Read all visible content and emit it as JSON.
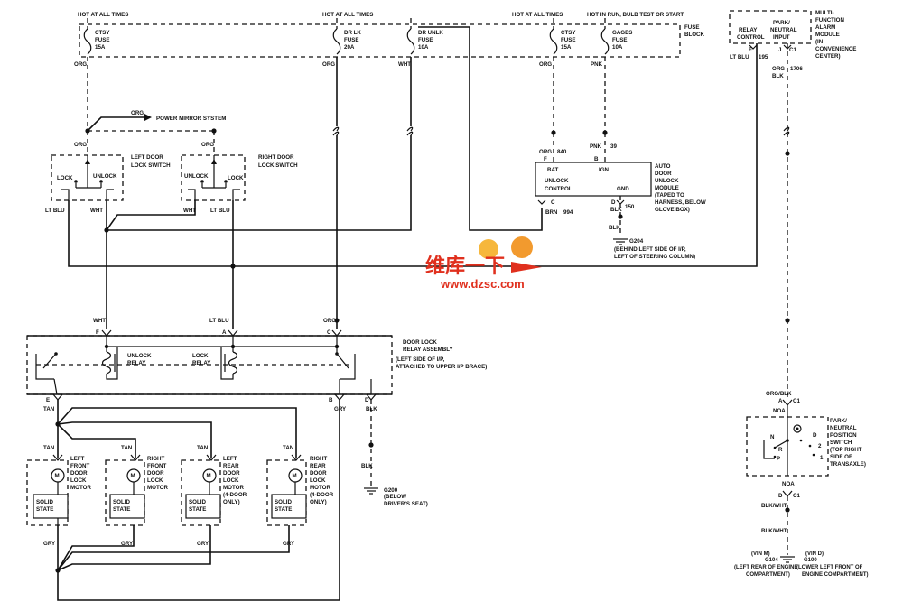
{
  "fuse_block": {
    "hot_all_times_1": "HOT AT ALL TIMES",
    "hot_all_times_2": "HOT AT ALL TIMES",
    "hot_all_times_3": "HOT AT ALL TIMES",
    "hot_in_run": "HOT IN RUN, BULB TEST OR START",
    "label_1": "FUSE",
    "label_2": "BLOCK",
    "fuses": [
      {
        "name": "CTSY",
        "label": "FUSE",
        "amps": "15A"
      },
      {
        "name": "DR LK",
        "label": "FUSE",
        "amps": "20A"
      },
      {
        "name": "DR UNLK",
        "label": "FUSE",
        "amps": "10A"
      },
      {
        "name": "CTSY",
        "label": "FUSE",
        "amps": "15A"
      },
      {
        "name": "GAGES",
        "label": "FUSE",
        "amps": "10A"
      }
    ]
  },
  "multifunction_module": {
    "relay_1": "RELAY",
    "relay_2": "CONTROL",
    "park_1": "PARK/",
    "park_2": "NEUTRAL",
    "park_3": "INPUT",
    "lines": [
      "MULTI-",
      "FUNCTION",
      "ALARM",
      "MODULE",
      "(IN",
      "CONVENIENCE",
      "CENTER)"
    ],
    "pin_f": "F",
    "pin_j": "J",
    "conn": "C1",
    "ckt_195": "195",
    "ckt_1706": "1706"
  },
  "power_mirror": {
    "wire": "ORG",
    "label": "POWER MIRROR SYSTEM"
  },
  "left_switch": {
    "lines": [
      "LEFT DOOR",
      "LOCK SWITCH"
    ],
    "lock": "LOCK",
    "unlock": "UNLOCK"
  },
  "right_switch": {
    "lines": [
      "RIGHT DOOR",
      "LOCK SWITCH"
    ],
    "lock": "LOCK",
    "unlock": "UNLOCK"
  },
  "auto_module": {
    "bat": "BAT",
    "ign": "IGN",
    "unlock_1": "UNLOCK",
    "unlock_2": "CONTROL",
    "gnd": "GND",
    "lines": [
      "AUTO",
      "DOOR",
      "UNLOCK",
      "MODULE",
      "(TAPED TO",
      "HARNESS, BELOW",
      "GLOVE BOX)"
    ],
    "pin_f": "F",
    "pin_b": "B",
    "pin_c": "C",
    "pin_d": "D",
    "ckt_840": "840",
    "ckt_39": "39",
    "ckt_994": "994",
    "ckt_150": "150"
  },
  "g204": {
    "name": "G204",
    "lines": [
      "(BEHIND LEFT SIDE OF I/P,",
      "LEFT OF STEERING COLUMN)"
    ]
  },
  "relay_assembly": {
    "lines": [
      "DOOR LOCK",
      "RELAY ASSEMBLY"
    ],
    "location": [
      "(LEFT SIDE OF I/P,",
      "ATTACHED TO UPPER I/P BRACE)"
    ],
    "unlock_relay": [
      "UNLOCK",
      "RELAY"
    ],
    "lock_relay": [
      "LOCK",
      "RELAY"
    ],
    "pins_top": {
      "f": "F",
      "a": "A",
      "c": "C"
    },
    "pins_bottom": {
      "e": "E",
      "b": "B",
      "d": "D"
    }
  },
  "g200": {
    "name": "G200",
    "lines": [
      "(BELOW",
      "DRIVER'S SEAT)"
    ]
  },
  "motors": [
    {
      "lines": [
        "LEFT",
        "FRONT",
        "DOOR",
        "LOCK",
        "MOTOR"
      ],
      "m": "M",
      "ss_1": "SOLID",
      "ss_2": "STATE"
    },
    {
      "lines": [
        "RIGHT",
        "FRONT",
        "DOOR",
        "LOCK",
        "MOTOR"
      ],
      "m": "M",
      "ss_1": "SOLID",
      "ss_2": "STATE"
    },
    {
      "lines": [
        "LEFT",
        "REAR",
        "DOOR",
        "LOCK",
        "MOTOR",
        "(4-DOOR",
        "ONLY)"
      ],
      "m": "M",
      "ss_1": "SOLID",
      "ss_2": "STATE"
    },
    {
      "lines": [
        "RIGHT",
        "REAR",
        "DOOR",
        "LOCK",
        "MOTOR",
        "(4-DOOR",
        "ONLY)"
      ],
      "m": "M",
      "ss_1": "SOLID",
      "ss_2": "STATE"
    }
  ],
  "pnp_switch": {
    "lines": [
      "PARK/",
      "NEUTRAL",
      "POSITION",
      "SWITCH",
      "(TOP RIGHT",
      "SIDE OF",
      "TRANSAXLE)"
    ],
    "pos_n": "N",
    "pos_d": "D",
    "pos_r": "R",
    "pos_p": "P",
    "pos_2": "2",
    "pos_1": "1",
    "pin_a": "A",
    "pin_d": "D",
    "conn": "C1",
    "noa_1": "NOA",
    "noa_2": "NOA"
  },
  "grounds": {
    "vin_m": "(VIN M)",
    "vin_d": "(VIN D)",
    "g104": "G104",
    "g100": "G100",
    "g104_loc": [
      "(LEFT REAR OF ENGINE",
      "COMPARTMENT)"
    ],
    "g100_loc": [
      "(LOWER LEFT FRONT OF",
      "ENGINE COMPARTMENT)"
    ]
  },
  "wires": {
    "org": "ORG",
    "wht": "WHT",
    "lt_blu": "LT BLU",
    "pnk": "PNK",
    "brn": "BRN",
    "blk": "BLK",
    "tan": "TAN",
    "gry": "GRY",
    "org_blk": "ORG/BLK",
    "blk_wht": "BLK/WHT"
  },
  "watermark": {
    "cn": "维库一下",
    "url": "www.dzsc.com"
  }
}
